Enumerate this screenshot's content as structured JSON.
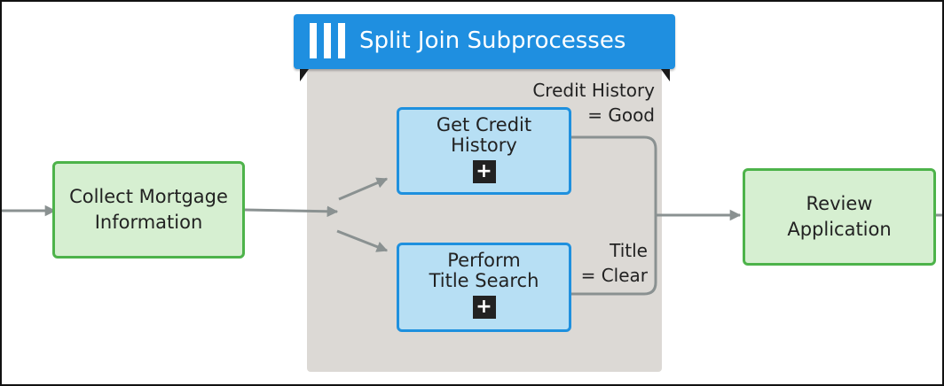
{
  "subprocess": {
    "icon": "parallel-bars-icon",
    "title": "Split Join Subprocesses"
  },
  "tasks": {
    "collect": {
      "label": "Collect Mortgage\nInformation"
    },
    "credit": {
      "label": "Get Credit\nHistory",
      "expand_icon": "+"
    },
    "title_search": {
      "label": "Perform\nTitle Search",
      "expand_icon": "+"
    },
    "review": {
      "label": "Review\nApplication"
    }
  },
  "conditions": {
    "credit": "Credit History\n= Good",
    "title": "Title\n= Clear"
  },
  "colors": {
    "header": "#1f8fe0",
    "container": "#dcd9d5",
    "green_fill": "#d6efd1",
    "green_border": "#4db34a",
    "blue_fill": "#b7dff4",
    "blue_border": "#1e90de",
    "connector": "#8a9191"
  }
}
